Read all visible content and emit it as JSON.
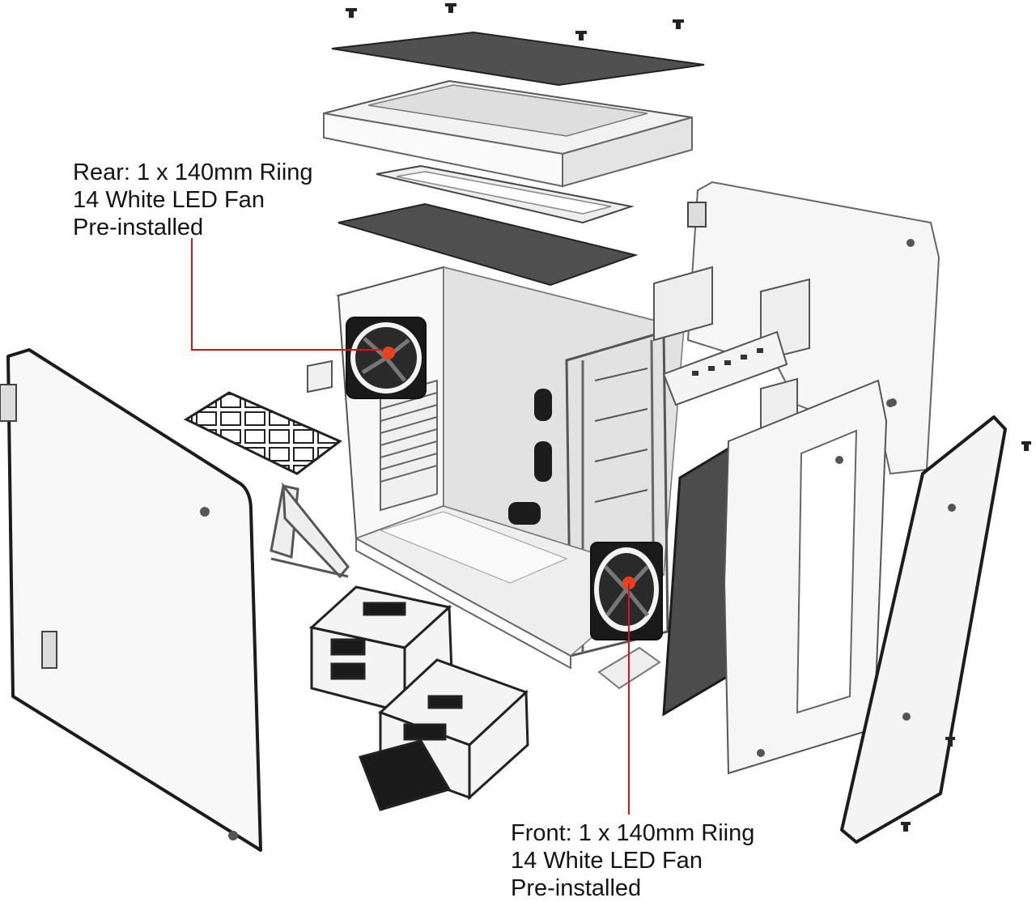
{
  "callouts": {
    "rear": {
      "line1": "Rear: 1 x 140mm Riing",
      "line2": "14 White LED Fan",
      "line3": "Pre-installed"
    },
    "front": {
      "line1": "Front: 1 x 140mm Riing",
      "line2": "14 White LED Fan",
      "line3": "Pre-installed"
    }
  },
  "colors": {
    "leader_line": "#d01818",
    "fan_hub": "#e8401c",
    "panel_dark": "#4a4a4a",
    "panel_white": "#f7f7f7",
    "outline": "#2a2a2a"
  }
}
